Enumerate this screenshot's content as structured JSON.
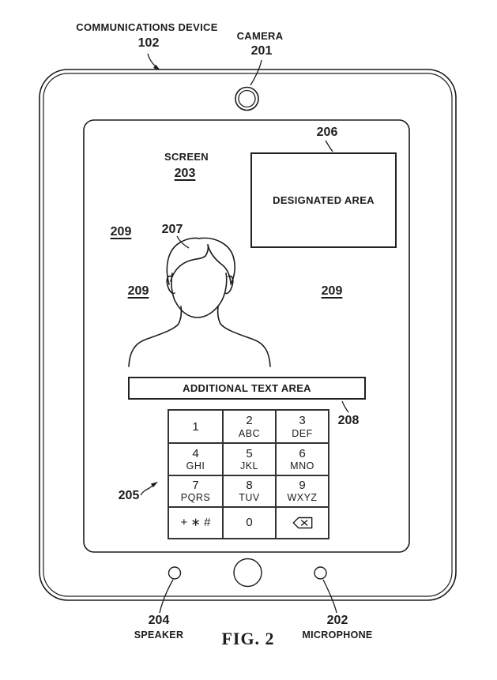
{
  "colors": {
    "line": "#1c1c1c",
    "background": "#ffffff"
  },
  "device": {
    "label": "COMMUNICATIONS DEVICE",
    "ref": "102"
  },
  "camera": {
    "label": "CAMERA",
    "ref": "201"
  },
  "screen": {
    "label": "SCREEN",
    "ref": "203"
  },
  "designated_area": {
    "label": "DESIGNATED AREA",
    "ref": "206"
  },
  "user_image": {
    "ref": "207"
  },
  "screen_regions": {
    "instances": [
      "209",
      "209",
      "209"
    ]
  },
  "additional_text_area": {
    "label": "ADDITIONAL TEXT AREA",
    "ref": "208"
  },
  "keypad": {
    "ref": "205",
    "keys": [
      {
        "digit": "1",
        "letters": ""
      },
      {
        "digit": "2",
        "letters": "ABC"
      },
      {
        "digit": "3",
        "letters": "DEF"
      },
      {
        "digit": "4",
        "letters": "GHI"
      },
      {
        "digit": "5",
        "letters": "JKL"
      },
      {
        "digit": "6",
        "letters": "MNO"
      },
      {
        "digit": "7",
        "letters": "PQRS"
      },
      {
        "digit": "8",
        "letters": "TUV"
      },
      {
        "digit": "9",
        "letters": "WXYZ"
      },
      {
        "digit": "+ ∗ #",
        "letters": ""
      },
      {
        "digit": "0",
        "letters": ""
      },
      {
        "digit": "",
        "letters": "",
        "icon": "backspace-icon"
      }
    ]
  },
  "speaker": {
    "label": "SPEAKER",
    "ref": "204"
  },
  "microphone": {
    "label": "MICROPHONE",
    "ref": "202"
  },
  "figure": {
    "caption": "FIG. 2"
  }
}
